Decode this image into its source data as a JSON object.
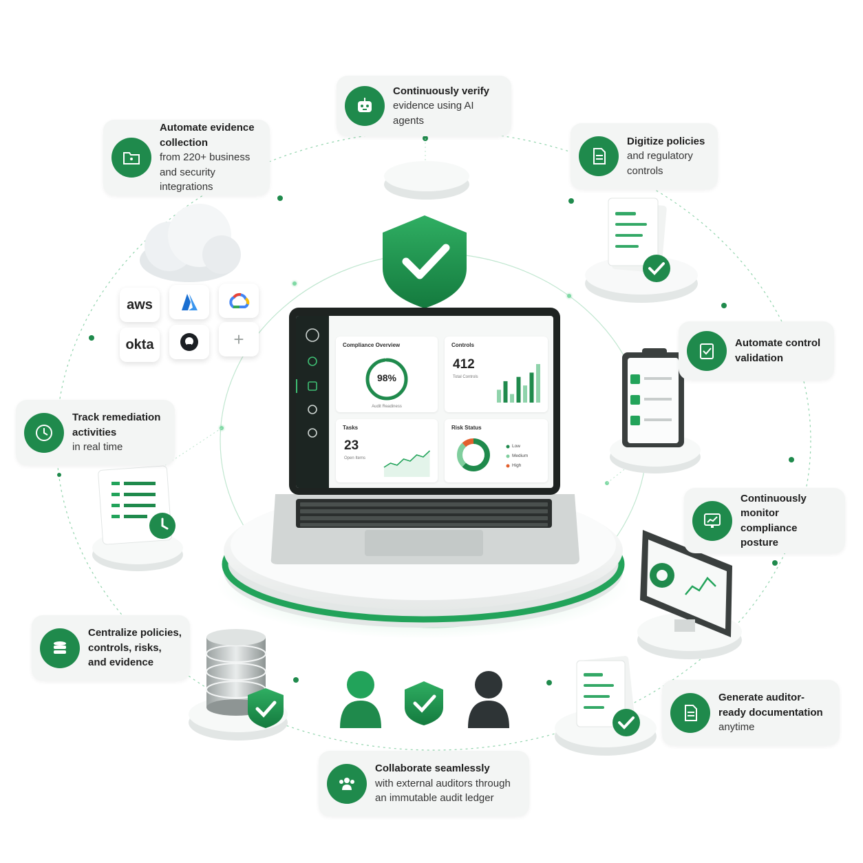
{
  "colors": {
    "accent": "#1f8a4c",
    "accent_light": "#3fbf74",
    "card_bg": "#f3f5f4",
    "dark_figure": "#2e3436"
  },
  "features": [
    {
      "id": "verify",
      "title": "Continuously verify",
      "desc": "evidence using AI agents",
      "icon": "robot-icon"
    },
    {
      "id": "automate-evidence",
      "title": "Automate evidence collection",
      "desc": "from 220+ business and security integrations",
      "icon": "folder-icon"
    },
    {
      "id": "digitize",
      "title": "Digitize policies",
      "desc": "and regulatory controls",
      "icon": "document-icon"
    },
    {
      "id": "control-validation",
      "title": "Automate control validation",
      "desc": "",
      "icon": "checkbox-icon"
    },
    {
      "id": "remediation",
      "title": "Track remediation activities",
      "desc": "in real time",
      "icon": "clock-icon"
    },
    {
      "id": "monitor",
      "title": "Continuously monitor compliance posture",
      "desc": "",
      "icon": "monitor-chart-icon"
    },
    {
      "id": "centralize",
      "title": "Centralize policies, controls, risks, and evidence",
      "desc": "",
      "icon": "database-icon"
    },
    {
      "id": "auditor-docs",
      "title": "Generate auditor-ready documentation",
      "desc": "anytime",
      "icon": "file-text-icon"
    },
    {
      "id": "collaborate",
      "title": "Collaborate seamlessly",
      "desc": "with external auditors through an immutable audit ledger",
      "icon": "team-icon"
    }
  ],
  "integrations": [
    "aws",
    "azure",
    "google-cloud",
    "okta",
    "github",
    "+"
  ],
  "dashboard": {
    "compliance": {
      "title": "Compliance Overview",
      "value": "98%",
      "label": "Audit Readiness",
      "percent": 98
    },
    "controls": {
      "title": "Controls",
      "value": "412",
      "label": "Total Controls",
      "bars": [
        3,
        5,
        2,
        6,
        4,
        7,
        9
      ]
    },
    "tasks": {
      "title": "Tasks",
      "value": "23",
      "label": "Open Items",
      "trend": [
        2,
        3,
        2.5,
        4,
        3.5,
        5,
        4.5,
        6
      ]
    },
    "risk": {
      "title": "Risk Status",
      "legend": [
        {
          "label": "Low",
          "color": "#1f8a4c",
          "share": 0.62
        },
        {
          "label": "Medium",
          "color": "#7fce9d",
          "share": 0.26
        },
        {
          "label": "High",
          "color": "#e2602e",
          "share": 0.12
        }
      ]
    }
  }
}
